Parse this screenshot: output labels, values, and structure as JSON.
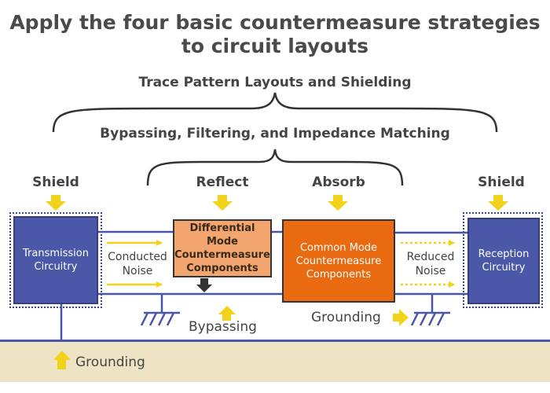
{
  "title": {
    "line1": "Apply the four basic countermeasure strategies",
    "line2": "to circuit layouts"
  },
  "brace_labels": {
    "outer": "Trace Pattern Layouts and Shielding",
    "inner": "Bypassing, Filtering, and Impedance Matching"
  },
  "strategies": {
    "shield_left": "Shield",
    "reflect": "Reflect",
    "absorb": "Absorb",
    "shield_right": "Shield"
  },
  "boxes": {
    "transmission": {
      "line1": "Transmission",
      "line2": "Circuitry"
    },
    "differential": {
      "line1": "Differential",
      "line2": "Mode",
      "line3": "Countermeasure",
      "line4": "Components"
    },
    "common": {
      "line1": "Common Mode",
      "line2": "Countermeasure",
      "line3": "Components"
    },
    "reception": {
      "line1": "Reception",
      "line2": "Circuitry"
    }
  },
  "noise": {
    "conducted": {
      "line1": "Conducted",
      "line2": "Noise"
    },
    "reduced": {
      "line1": "Reduced",
      "line2": "Noise"
    }
  },
  "labels": {
    "bypassing": "Bypassing",
    "grounding_mid": "Grounding",
    "grounding_bottom": "Grounding"
  },
  "colors": {
    "blue_circuit": "#4b57a7",
    "differential_box": "#f3a56f",
    "common_mode_box": "#ea6a12",
    "arrow_yellow": "#f2d21b",
    "ground_strip": "#eee4c4"
  }
}
